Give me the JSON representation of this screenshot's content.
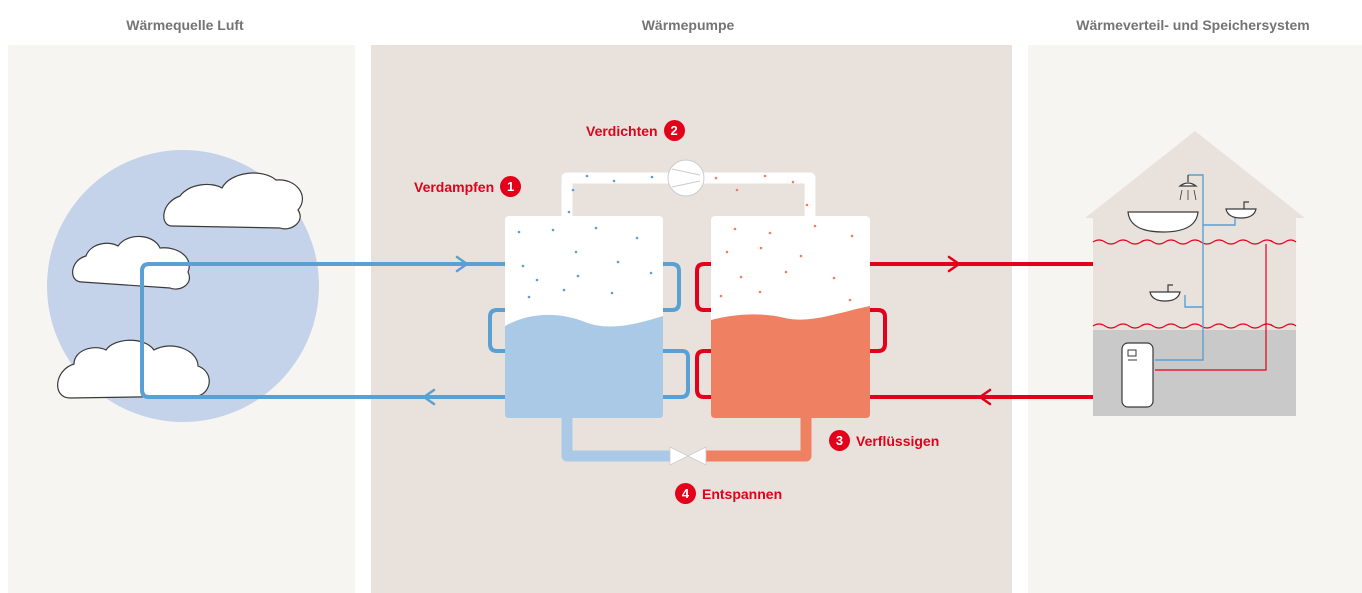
{
  "columns": {
    "left": "Wärmequelle Luft",
    "middle": "Wärmepumpe",
    "right": "Wärmeverteil- und Speichersystem"
  },
  "steps": [
    {
      "number": "1",
      "label": "Verdampfen"
    },
    {
      "number": "2",
      "label": "Verdichten"
    },
    {
      "number": "3",
      "label": "Verflüssigen"
    },
    {
      "number": "4",
      "label": "Entspannen"
    }
  ],
  "colors": {
    "cold": "#5ba0d3",
    "cold_fill": "#aac9e7",
    "hot": "#e2001a",
    "hot_fill": "#ef8062",
    "sky": "#c5d3ea",
    "house_wall": "#e9e2dc",
    "house_base": "#c9c9c9"
  }
}
